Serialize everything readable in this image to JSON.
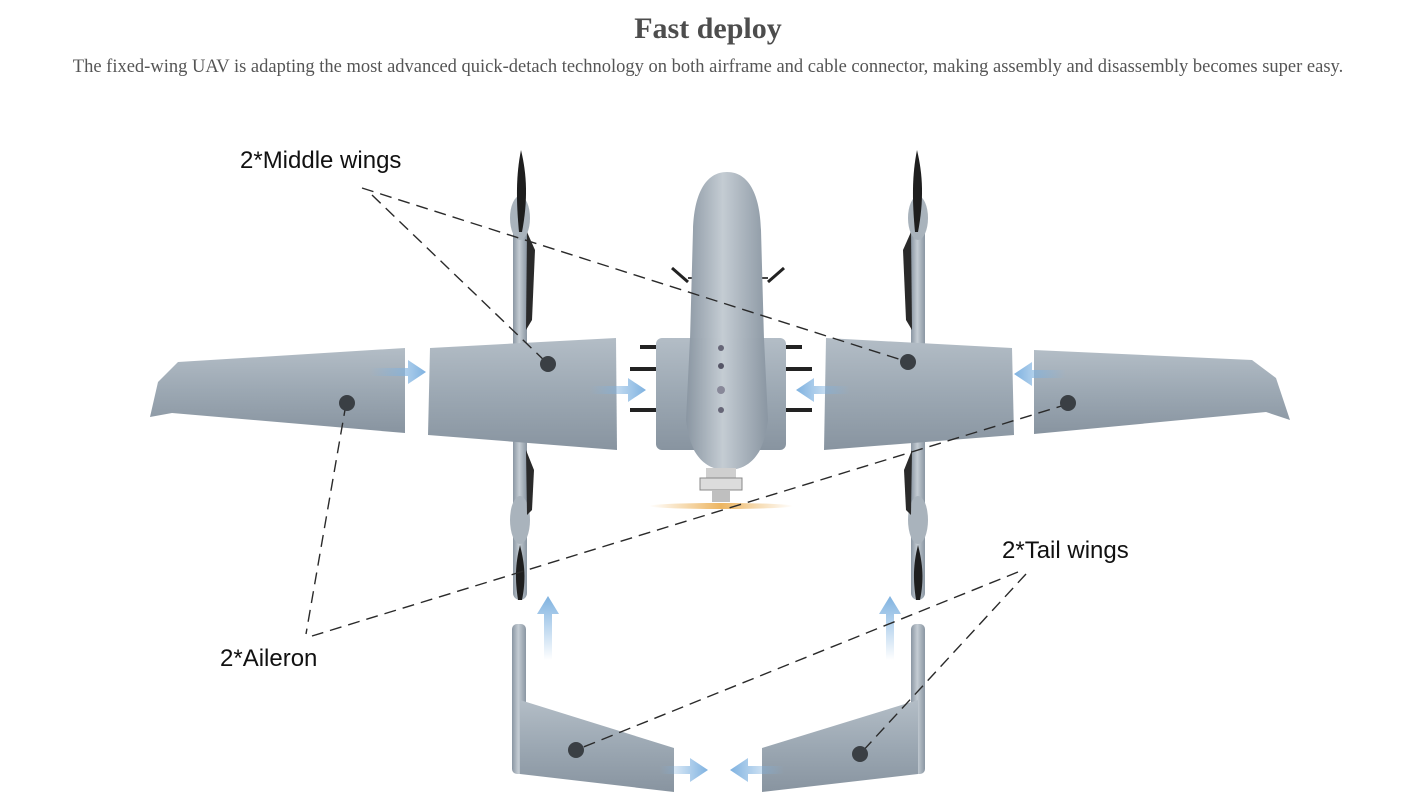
{
  "header": {
    "title": "Fast deploy",
    "subtitle": "The fixed-wing UAV is adapting the most advanced quick-detach technology on both airframe and cable connector, making assembly and disassembly becomes super easy."
  },
  "labels": {
    "middle_wings": "2*Middle wings",
    "aileron": "2*Aileron",
    "tail_wings": "2*Tail wings"
  },
  "colors": {
    "airframe": "#9aa6b1",
    "arrow": "#7fb2e0",
    "propeller": "#1e1e1e"
  }
}
